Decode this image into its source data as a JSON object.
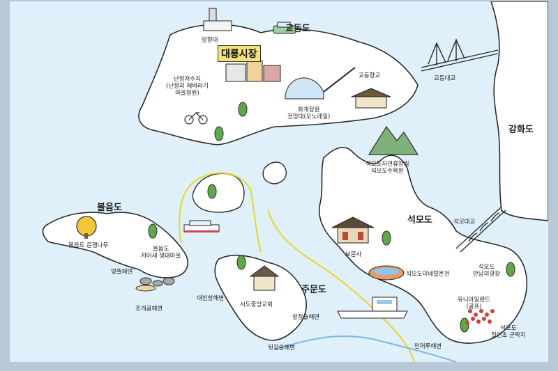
{
  "places": {
    "gyodongdo": "교동도",
    "manghyangdae": "망향대",
    "daeryong_market": "대룡시장",
    "nanjeong": "난정저수지\n(난정리 해바라기\n마을정원)",
    "hwagae": "화개정원\n전망대(모노레일)",
    "gyodong_hyanggyo": "교동향교",
    "gyodong_bridge": "교동대교",
    "ganghwado": "강화도",
    "seongmodo_forest": "석모도자연휴양림\n석모도수목원",
    "seongmodo": "석모도",
    "seongmo_bridge": "석모대교",
    "bomunsa": "보문사",
    "mineral_spa": "석모도미네랄온천",
    "manam_plaza": "석모도\n만남의광장",
    "funny_land": "유니아일랜드\n(골프)",
    "azalea": "석모도\n칠면초 군락지",
    "minmeoru": "민머루해변",
    "bolleumdo": "볼음도",
    "ginkgo": "볼음도 은행나무",
    "ecology_village": "볼음도\n저어새 생태마을",
    "yeongttum": "영뜰해변",
    "jogaegol": "조개골해변",
    "jumundo": "주문도",
    "daebinchang": "대빈창해변",
    "seodo_church": "서도중앙교회",
    "apjangsul": "앞장술해변",
    "dwitjangsul": "뒷장술해변"
  }
}
